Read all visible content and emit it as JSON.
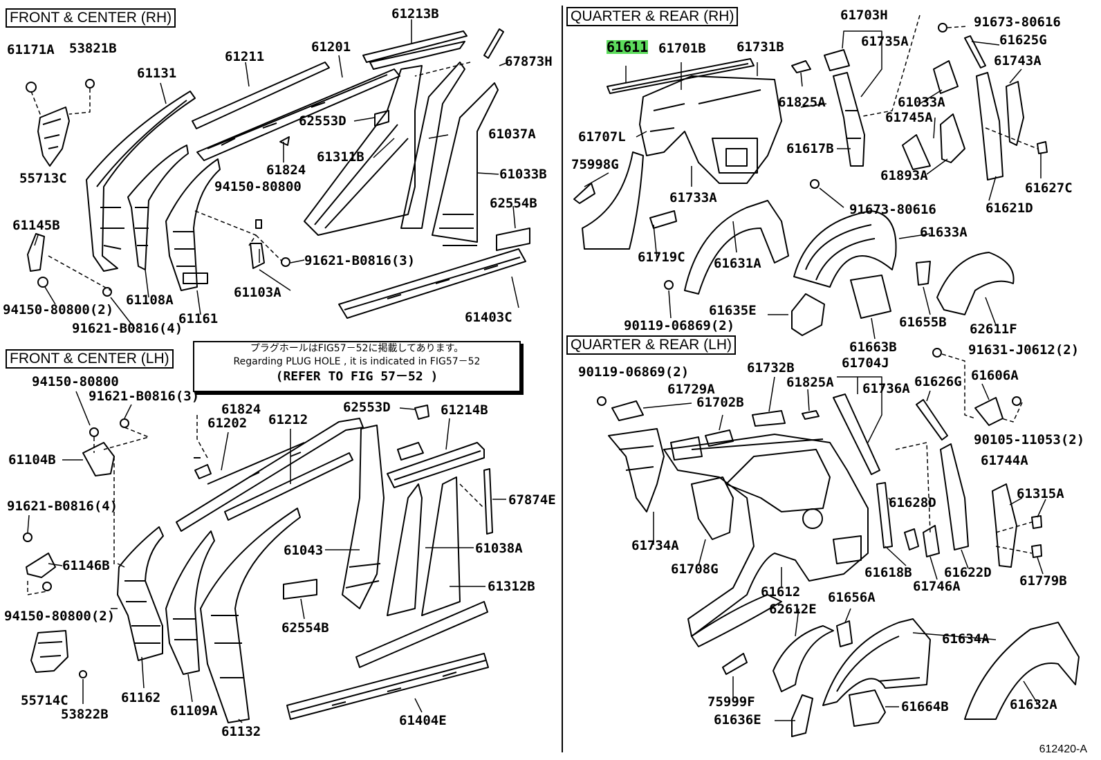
{
  "sections": {
    "front_center_rh": "FRONT & CENTER (RH)",
    "front_center_lh": "FRONT & CENTER (LH)",
    "quarter_rear_rh": "QUARTER  &  REAR (RH)",
    "quarter_rear_lh": "QUARTER  &  REAR (LH)"
  },
  "note": {
    "jp": "プラグホールはFIG57－52に掲載してあります。",
    "en": "Regarding PLUG HOLE , it is indicated in FIG57－52",
    "ref": "(REFER TO FIG  57－52  )"
  },
  "figure_id": "612420-A",
  "highlight_color": "#5cdc5c",
  "highlighted_part": "61611",
  "labels": [
    {
      "id": "p1",
      "text": "61171A"
    },
    {
      "id": "p2",
      "text": "53821B"
    },
    {
      "id": "p3",
      "text": "61131"
    },
    {
      "id": "p4",
      "text": "61211"
    },
    {
      "id": "p5",
      "text": "61201"
    },
    {
      "id": "p6",
      "text": "61213B"
    },
    {
      "id": "p7",
      "text": "67873H"
    },
    {
      "id": "p8",
      "text": "62553D"
    },
    {
      "id": "p9",
      "text": "61037A"
    },
    {
      "id": "p10",
      "text": "61311B"
    },
    {
      "id": "p11",
      "text": "61824"
    },
    {
      "id": "p12",
      "text": "61033B"
    },
    {
      "id": "p13",
      "text": "55713C"
    },
    {
      "id": "p14",
      "text": "94150-80800"
    },
    {
      "id": "p15",
      "text": "62554B"
    },
    {
      "id": "p16",
      "text": "61145B"
    },
    {
      "id": "p17",
      "text": "91621-B0816(3)"
    },
    {
      "id": "p18",
      "text": "61103A"
    },
    {
      "id": "p19",
      "text": "61108A"
    },
    {
      "id": "p20",
      "text": "94150-80800(2)"
    },
    {
      "id": "p21",
      "text": "61161"
    },
    {
      "id": "p22",
      "text": "61403C"
    },
    {
      "id": "p23",
      "text": "91621-B0816(4)"
    },
    {
      "id": "q1",
      "text": "61611"
    },
    {
      "id": "q2",
      "text": "61701B"
    },
    {
      "id": "q3",
      "text": "61731B"
    },
    {
      "id": "q4",
      "text": "61703H"
    },
    {
      "id": "q5",
      "text": "61735A"
    },
    {
      "id": "q6",
      "text": "91673-80616"
    },
    {
      "id": "q7",
      "text": "61625G"
    },
    {
      "id": "q8",
      "text": "61743A"
    },
    {
      "id": "q9",
      "text": "61825A"
    },
    {
      "id": "q10",
      "text": "61033A"
    },
    {
      "id": "q11",
      "text": "61707L"
    },
    {
      "id": "q12",
      "text": "61745A"
    },
    {
      "id": "q13",
      "text": "61617B"
    },
    {
      "id": "q14",
      "text": "75998G"
    },
    {
      "id": "q15",
      "text": "61893A"
    },
    {
      "id": "q16",
      "text": "61627C"
    },
    {
      "id": "q17",
      "text": "61733A"
    },
    {
      "id": "q18",
      "text": "91673-80616"
    },
    {
      "id": "q19",
      "text": "61621D"
    },
    {
      "id": "q20",
      "text": "61633A"
    },
    {
      "id": "q21",
      "text": "61719C"
    },
    {
      "id": "q22",
      "text": "61631A"
    },
    {
      "id": "q23",
      "text": "61635E"
    },
    {
      "id": "q24",
      "text": "61655B"
    },
    {
      "id": "q25",
      "text": "62611F"
    },
    {
      "id": "q26",
      "text": "90119-06869(2)"
    },
    {
      "id": "q27",
      "text": "61663B"
    },
    {
      "id": "l1",
      "text": "94150-80800"
    },
    {
      "id": "l2",
      "text": "91621-B0816(3)"
    },
    {
      "id": "l3",
      "text": "61824"
    },
    {
      "id": "l4",
      "text": "61202"
    },
    {
      "id": "l5",
      "text": "61212"
    },
    {
      "id": "l6",
      "text": "62553D"
    },
    {
      "id": "l7",
      "text": "61214B"
    },
    {
      "id": "l8",
      "text": "61104B"
    },
    {
      "id": "l9",
      "text": "67874E"
    },
    {
      "id": "l10",
      "text": "91621-B0816(4)"
    },
    {
      "id": "l11",
      "text": "61043"
    },
    {
      "id": "l12",
      "text": "61038A"
    },
    {
      "id": "l13",
      "text": "61146B"
    },
    {
      "id": "l14",
      "text": "61312B"
    },
    {
      "id": "l15",
      "text": "94150-80800(2)"
    },
    {
      "id": "l16",
      "text": "62554B"
    },
    {
      "id": "l17",
      "text": "55714C"
    },
    {
      "id": "l18",
      "text": "61162"
    },
    {
      "id": "l19",
      "text": "53822B"
    },
    {
      "id": "l20",
      "text": "61109A"
    },
    {
      "id": "l21",
      "text": "61132"
    },
    {
      "id": "l22",
      "text": "61404E"
    },
    {
      "id": "r1",
      "text": "91631-J0612(2)"
    },
    {
      "id": "r2",
      "text": "90119-06869(2)"
    },
    {
      "id": "r3",
      "text": "61732B"
    },
    {
      "id": "r4",
      "text": "61704J"
    },
    {
      "id": "r5",
      "text": "61729A"
    },
    {
      "id": "r6",
      "text": "61825A"
    },
    {
      "id": "r7",
      "text": "61736A"
    },
    {
      "id": "r8",
      "text": "61626G"
    },
    {
      "id": "r9",
      "text": "61606A"
    },
    {
      "id": "r10",
      "text": "61702B"
    },
    {
      "id": "r11",
      "text": "90105-11053(2)"
    },
    {
      "id": "r12",
      "text": "61744A"
    },
    {
      "id": "r13",
      "text": "61315A"
    },
    {
      "id": "r14",
      "text": "61628D"
    },
    {
      "id": "r15",
      "text": "61734A"
    },
    {
      "id": "r16",
      "text": "61708G"
    },
    {
      "id": "r17",
      "text": "61618B"
    },
    {
      "id": "r18",
      "text": "61622D"
    },
    {
      "id": "r19",
      "text": "61746A"
    },
    {
      "id": "r20",
      "text": "61779B"
    },
    {
      "id": "r21",
      "text": "61612"
    },
    {
      "id": "r22",
      "text": "62612E"
    },
    {
      "id": "r23",
      "text": "61656A"
    },
    {
      "id": "r24",
      "text": "61634A"
    },
    {
      "id": "r25",
      "text": "75999F"
    },
    {
      "id": "r26",
      "text": "61636E"
    },
    {
      "id": "r27",
      "text": "61664B"
    },
    {
      "id": "r28",
      "text": "61632A"
    }
  ]
}
